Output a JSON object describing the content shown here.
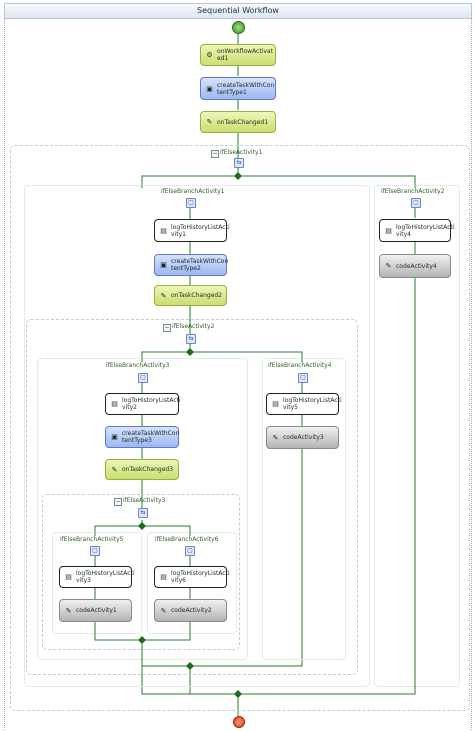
{
  "designer": {
    "title": "Sequential Workflow",
    "start_icon": "start-circle-icon",
    "end_icon": "end-stop-icon"
  },
  "activities": {
    "onWorkflowActivated": "onWorkflowActivat\ned1",
    "createTask1": "createTaskWithCon\ntentType1",
    "onTaskChanged1": "onTaskChanged1",
    "ifElse1": "ifElseActivity1",
    "branch1": "ifElseBranchActivity1",
    "branch2": "ifElseBranchActivity2",
    "logHistory1": "logToHistoryListActi\nvity1",
    "createTask2": "createTaskWithCon\ntentType2",
    "onTaskChanged2": "onTaskChanged2",
    "logHistory4": "logToHistoryListActi\nvity4",
    "code4": "codeActivity4",
    "ifElse2": "ifElseActivity2",
    "branch3": "ifElseBranchActivity3",
    "branch4": "ifElseBranchActivity4",
    "logHistory2": "logToHistoryListActi\nvity2",
    "createTask3": "createTaskWithCon\ntentType3",
    "onTaskChanged3": "onTaskChanged3",
    "logHistory5": "logToHistoryListActi\nvity5",
    "code3": "codeActivity3",
    "ifElse3": "ifElseActivity3",
    "branch5": "ifElseBranchActivity5",
    "branch6": "ifElseBranchActivity6",
    "logHistory3": "logToHistoryListActi\nvity3",
    "code1": "codeActivity1",
    "logHistory6": "logToHistoryListActi\nvity6",
    "code2": "codeActivity2"
  },
  "colors": {
    "connector": "#2e7d2e",
    "event_green": "#c9df6f",
    "task_blue": "#9db7f2",
    "code_grey": "#b4b4b4"
  }
}
